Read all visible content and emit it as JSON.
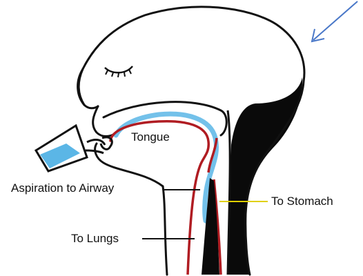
{
  "labels": {
    "tongue": "Tongue",
    "aspiration": "Aspiration to Airway",
    "stomach": "To Stomach",
    "lungs": "To Lungs"
  },
  "colors": {
    "outline": "#111111",
    "airway_red": "#b01c22",
    "fluid_blue": "#5bb6e6",
    "esophagus_black": "#0a0a0a",
    "stomach_pointer": "#e0d000",
    "arrow_blue": "#4a78c8"
  },
  "icons": {
    "closed_eye": "closed-eye-icon",
    "pointer_arrow": "arrow-icon"
  }
}
